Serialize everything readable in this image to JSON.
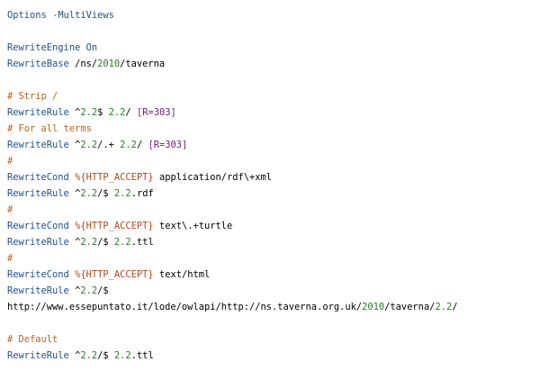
{
  "colors": {
    "directive": "#1f4e8c",
    "variable": "#b3471b",
    "number": "#2b7a2b",
    "operator": "#6a1f6a",
    "comment": "#b5651d",
    "text": "#000000",
    "background": "#ffffff"
  },
  "lines": [
    {
      "tokens": [
        {
          "t": "kw",
          "v": "Options"
        },
        {
          "t": "plain",
          "v": " "
        },
        {
          "t": "kw",
          "v": "-MultiViews"
        }
      ]
    },
    {
      "tokens": []
    },
    {
      "tokens": [
        {
          "t": "kw",
          "v": "RewriteEngine"
        },
        {
          "t": "plain",
          "v": " "
        },
        {
          "t": "kw",
          "v": "On"
        }
      ]
    },
    {
      "tokens": [
        {
          "t": "kw",
          "v": "RewriteBase"
        },
        {
          "t": "plain",
          "v": " /ns/"
        },
        {
          "t": "num",
          "v": "2010"
        },
        {
          "t": "plain",
          "v": "/taverna"
        }
      ]
    },
    {
      "tokens": []
    },
    {
      "tokens": [
        {
          "t": "cmt",
          "v": "# Strip /"
        }
      ]
    },
    {
      "tokens": [
        {
          "t": "kw",
          "v": "RewriteRule"
        },
        {
          "t": "plain",
          "v": " ^"
        },
        {
          "t": "num",
          "v": "2.2"
        },
        {
          "t": "plain",
          "v": "$ "
        },
        {
          "t": "num",
          "v": "2.2"
        },
        {
          "t": "plain",
          "v": "/ "
        },
        {
          "t": "op",
          "v": "[R=303]"
        }
      ]
    },
    {
      "tokens": [
        {
          "t": "cmt",
          "v": "# For all terms"
        }
      ]
    },
    {
      "tokens": [
        {
          "t": "kw",
          "v": "RewriteRule"
        },
        {
          "t": "plain",
          "v": " ^"
        },
        {
          "t": "num",
          "v": "2.2"
        },
        {
          "t": "plain",
          "v": "/.+ "
        },
        {
          "t": "num",
          "v": "2.2"
        },
        {
          "t": "plain",
          "v": "/ "
        },
        {
          "t": "op",
          "v": "[R=303]"
        }
      ]
    },
    {
      "tokens": [
        {
          "t": "cmt",
          "v": "#"
        }
      ]
    },
    {
      "tokens": [
        {
          "t": "kw",
          "v": "RewriteCond"
        },
        {
          "t": "plain",
          "v": " "
        },
        {
          "t": "var",
          "v": "%{HTTP_ACCEPT}"
        },
        {
          "t": "plain",
          "v": " application/rdf\\+xml"
        }
      ]
    },
    {
      "tokens": [
        {
          "t": "kw",
          "v": "RewriteRule"
        },
        {
          "t": "plain",
          "v": " ^"
        },
        {
          "t": "num",
          "v": "2.2"
        },
        {
          "t": "plain",
          "v": "/$ "
        },
        {
          "t": "num",
          "v": "2.2"
        },
        {
          "t": "plain",
          "v": ".rdf"
        }
      ]
    },
    {
      "tokens": [
        {
          "t": "cmt",
          "v": "#"
        }
      ]
    },
    {
      "tokens": [
        {
          "t": "kw",
          "v": "RewriteCond"
        },
        {
          "t": "plain",
          "v": " "
        },
        {
          "t": "var",
          "v": "%{HTTP_ACCEPT}"
        },
        {
          "t": "plain",
          "v": " text\\.+turtle"
        }
      ]
    },
    {
      "tokens": [
        {
          "t": "kw",
          "v": "RewriteRule"
        },
        {
          "t": "plain",
          "v": " ^"
        },
        {
          "t": "num",
          "v": "2.2"
        },
        {
          "t": "plain",
          "v": "/$ "
        },
        {
          "t": "num",
          "v": "2.2"
        },
        {
          "t": "plain",
          "v": ".ttl"
        }
      ]
    },
    {
      "tokens": [
        {
          "t": "cmt",
          "v": "#"
        }
      ]
    },
    {
      "tokens": [
        {
          "t": "kw",
          "v": "RewriteCond"
        },
        {
          "t": "plain",
          "v": " "
        },
        {
          "t": "var",
          "v": "%{HTTP_ACCEPT}"
        },
        {
          "t": "plain",
          "v": " text/html"
        }
      ]
    },
    {
      "tokens": [
        {
          "t": "kw",
          "v": "RewriteRule"
        },
        {
          "t": "plain",
          "v": " ^"
        },
        {
          "t": "num",
          "v": "2.2"
        },
        {
          "t": "plain",
          "v": "/$"
        }
      ]
    },
    {
      "tokens": [
        {
          "t": "plain",
          "v": "http://www.essepuntato.it/lode/owlapi/http://ns.taverna.org.uk/"
        },
        {
          "t": "num",
          "v": "2010"
        },
        {
          "t": "plain",
          "v": "/taverna/"
        },
        {
          "t": "num",
          "v": "2.2"
        },
        {
          "t": "plain",
          "v": "/"
        }
      ]
    },
    {
      "tokens": []
    },
    {
      "tokens": [
        {
          "t": "cmt",
          "v": "# Default"
        }
      ]
    },
    {
      "tokens": [
        {
          "t": "kw",
          "v": "RewriteRule"
        },
        {
          "t": "plain",
          "v": " ^"
        },
        {
          "t": "num",
          "v": "2.2"
        },
        {
          "t": "plain",
          "v": "/$ "
        },
        {
          "t": "num",
          "v": "2.2"
        },
        {
          "t": "plain",
          "v": ".ttl"
        }
      ]
    }
  ]
}
